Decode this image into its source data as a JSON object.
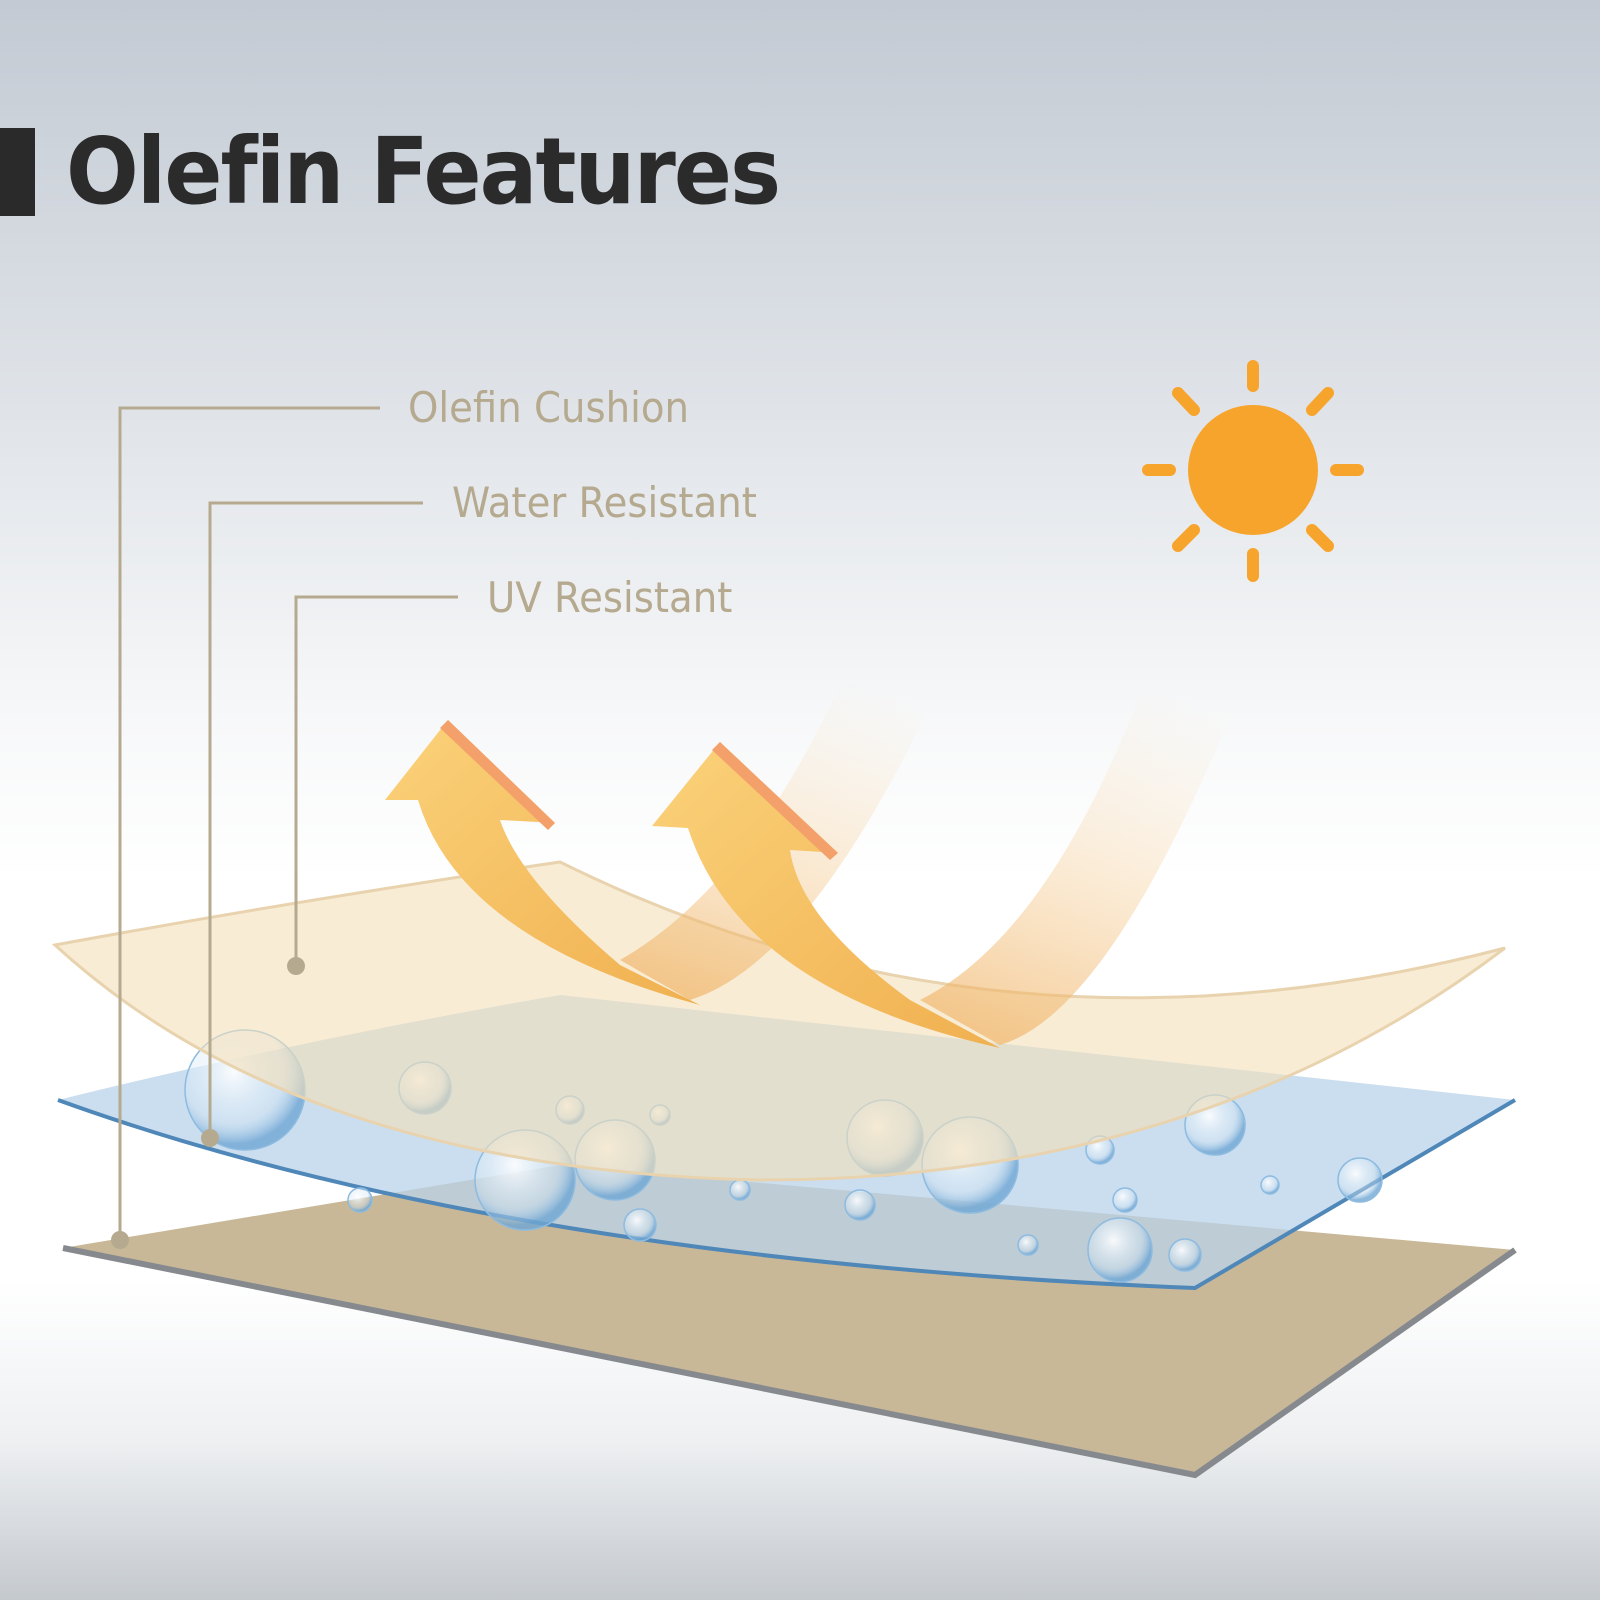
{
  "title": "Olefin Features",
  "labels": {
    "cushion": "Olefin Cushion",
    "water": "Water Resistant",
    "uv": "UV Resistant"
  },
  "colors": {
    "title": "#2b2b2b",
    "label": "#b5aa8f",
    "sun": "#f7a42c",
    "base_layer": "#c8b898",
    "water_layer": "#bcd5ea",
    "uv_layer": "#f6e3c4"
  },
  "icons": [
    "sun-icon",
    "arrow-up-icon",
    "bubbles-icon"
  ]
}
